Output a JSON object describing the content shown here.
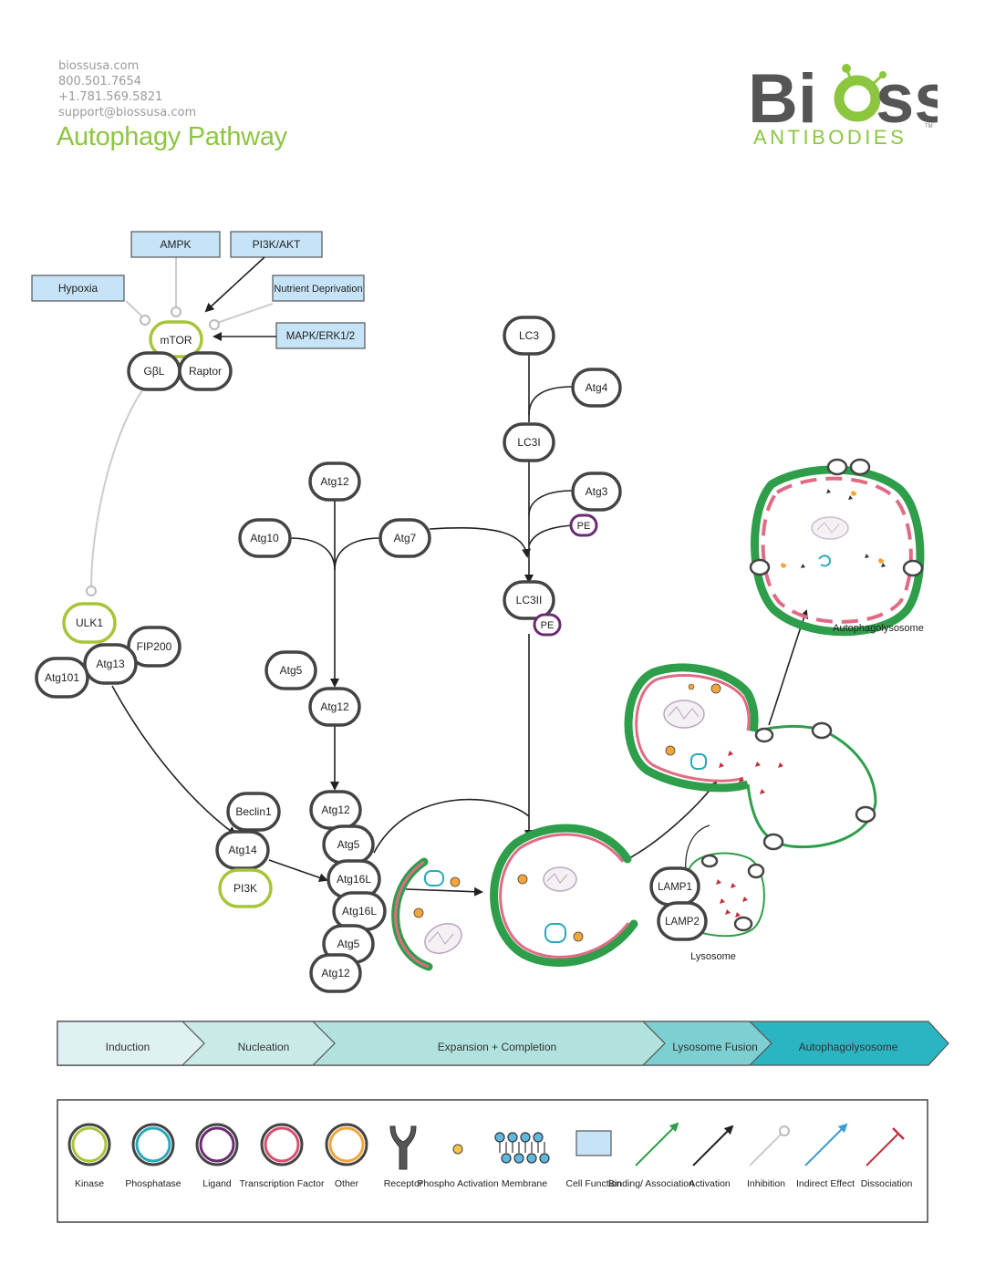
{
  "header": {
    "contact": [
      "biossusa.com",
      "800.501.7654",
      "+1.781.569.5821",
      "support@biossusa.com"
    ],
    "title": "Autophagy Pathway"
  },
  "logo": {
    "brand_prefix": "Bi",
    "brand_suffix": "ss",
    "tagline": "ANTIBODIES",
    "trademark": "TM",
    "colors": {
      "gray": "#555555",
      "green": "#8cc63f"
    }
  },
  "inputs": {
    "ampk": "AMPK",
    "pi3k_akt": "PI3K/AKT",
    "hypoxia": "Hypoxia",
    "nutrient": "Nutrient Deprivation",
    "mapk": "MAPK/ERK1/2"
  },
  "mtor_complex": {
    "mtor": "mTOR",
    "gbl": "GβL",
    "raptor": "Raptor"
  },
  "ulk_complex": {
    "ulk1": "ULK1",
    "fip200": "FIP200",
    "atg13": "Atg13",
    "atg101": "Atg101"
  },
  "beclin_complex": {
    "beclin1": "Beclin1",
    "atg14": "Atg14",
    "pi3k": "PI3K"
  },
  "conjugation": {
    "atg12_top": "Atg12",
    "atg10": "Atg10",
    "atg7": "Atg7",
    "atg5": "Atg5",
    "atg12_mid": "Atg12",
    "stack": [
      "Atg12",
      "Atg5",
      "Atg16L",
      "Atg16L",
      "Atg5",
      "Atg12"
    ]
  },
  "lc3": {
    "lc3": "LC3",
    "atg4": "Atg4",
    "lc3i": "LC3I",
    "atg3": "Atg3",
    "pe1": "PE",
    "lc3ii": "LC3II",
    "pe2": "PE"
  },
  "lysosome": {
    "lamp1": "LAMP1",
    "lamp2": "LAMP2",
    "label": "Lysosome"
  },
  "autophagolysosome_label": "Autophagolysosome",
  "stages": [
    "Induction",
    "Nucleation",
    "Expansion + Completion",
    "Lysosome Fusion",
    "Autophagolysosome"
  ],
  "stage_colors": [
    "#dff1f1",
    "#c9ebe8",
    "#b2e2dd",
    "#7dcfd1",
    "#2bb5c3"
  ],
  "legend": [
    {
      "label": "Kinase",
      "type": "circle",
      "color": "#a7c53a"
    },
    {
      "label": "Phosphatase",
      "type": "circle",
      "color": "#29a9b8"
    },
    {
      "label": "Ligand",
      "type": "circle",
      "color": "#6b2c74"
    },
    {
      "label": "Transcription Factor",
      "type": "circle",
      "color": "#d6506e"
    },
    {
      "label": "Other",
      "type": "circle",
      "color": "#f2a63a"
    },
    {
      "label": "Receptor",
      "type": "receptor",
      "color": "#555555"
    },
    {
      "label": "Phospho Activation",
      "type": "phospho",
      "color": "#f4c542"
    },
    {
      "label": "Membrane",
      "type": "membrane",
      "color": "#5fb9df"
    },
    {
      "label": "Cell Function",
      "type": "box",
      "color": "#c6e3f7"
    },
    {
      "label": "Binding/ Association",
      "type": "arrow",
      "color": "#2e9e4a"
    },
    {
      "label": "Activation",
      "type": "arrow",
      "color": "#222222"
    },
    {
      "label": "Inhibition",
      "type": "inhibit",
      "color": "#cccccc"
    },
    {
      "label": "Indirect Effect",
      "type": "arrow",
      "color": "#3a9bd5"
    },
    {
      "label": "Dissociation",
      "type": "tbar",
      "color": "#c0303b"
    }
  ],
  "colors": {
    "box_fill": "#c6e3f7",
    "node_stroke": "#444444",
    "kinase": "#a7c53a",
    "ligand": "#6b2c74",
    "membrane_green": "#2e9e4a",
    "membrane_pink": "#e06b84",
    "inhibition": "#cccccc"
  }
}
